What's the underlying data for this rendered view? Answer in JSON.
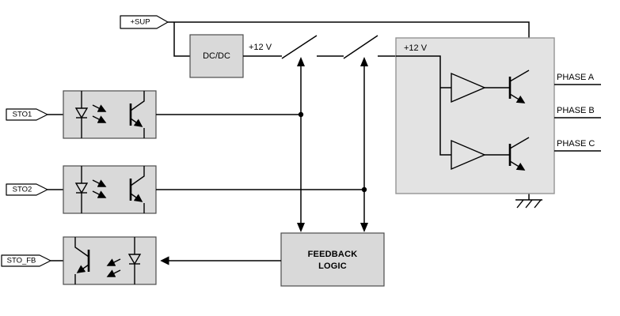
{
  "labels": {
    "sup": "+SUP",
    "dcdc": "DC/DC",
    "v12_left": "+12 V",
    "v12_right": "+12 V",
    "sto1": "STO1",
    "sto2": "STO2",
    "sto_fb": "STO_FB",
    "feedback_line1": "FEEDBACK",
    "feedback_line2": "LOGIC",
    "phase_a": "PHASE A",
    "phase_b": "PHASE B",
    "phase_c": "PHASE C"
  },
  "icons": {
    "switch": "disconnect-switch-symbol",
    "ground": "earth-ground-symbol",
    "led": "led-diode-symbol",
    "phototransistor": "phototransistor-symbol",
    "buffer": "buffer-amplifier-symbol",
    "transistor": "npn-transistor-symbol",
    "arrow": "signal-direction-arrow"
  },
  "colors": {
    "box_fill": "#d9d9d9",
    "block_fill": "#e3e3e3",
    "line": "#000000",
    "border": "#4d4d4d"
  }
}
